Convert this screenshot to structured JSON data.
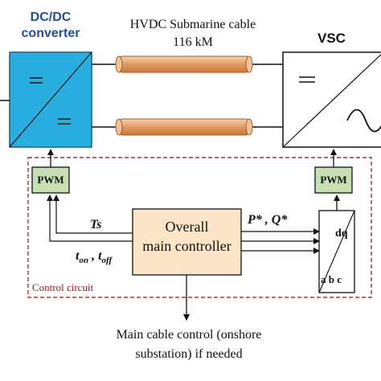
{
  "labels": {
    "dcdc_title_line1": "DC/DC",
    "dcdc_title_line2": "converter",
    "cable_title_line1": "HVDC Submarine cable",
    "cable_title_line2": "116 kM",
    "vsc_title": "VSC",
    "pwm_left": "PWM",
    "pwm_right": "PWM",
    "controller_line1": "Overall",
    "controller_line2": "main controller",
    "ts": "Ts",
    "ton_toff_t1": "t",
    "ton_toff_sub1": "on",
    "ton_toff_sep": " , t",
    "ton_toff_sub2": "off",
    "pq": "P* , Q*",
    "dq": "dq",
    "abc": "a b c",
    "control_circuit": "Control circuit",
    "note_line1": "Main cable control (onshore",
    "note_line2": "substation) if needed"
  },
  "colors": {
    "dcdc_fill": "#29aee0",
    "cable_fill": "#e9a872",
    "pwm_fill": "#c6e0b4",
    "controller_fill": "#fbe5c6",
    "dashed_border": "#a03030",
    "title_blue": "#1f4e9a"
  }
}
